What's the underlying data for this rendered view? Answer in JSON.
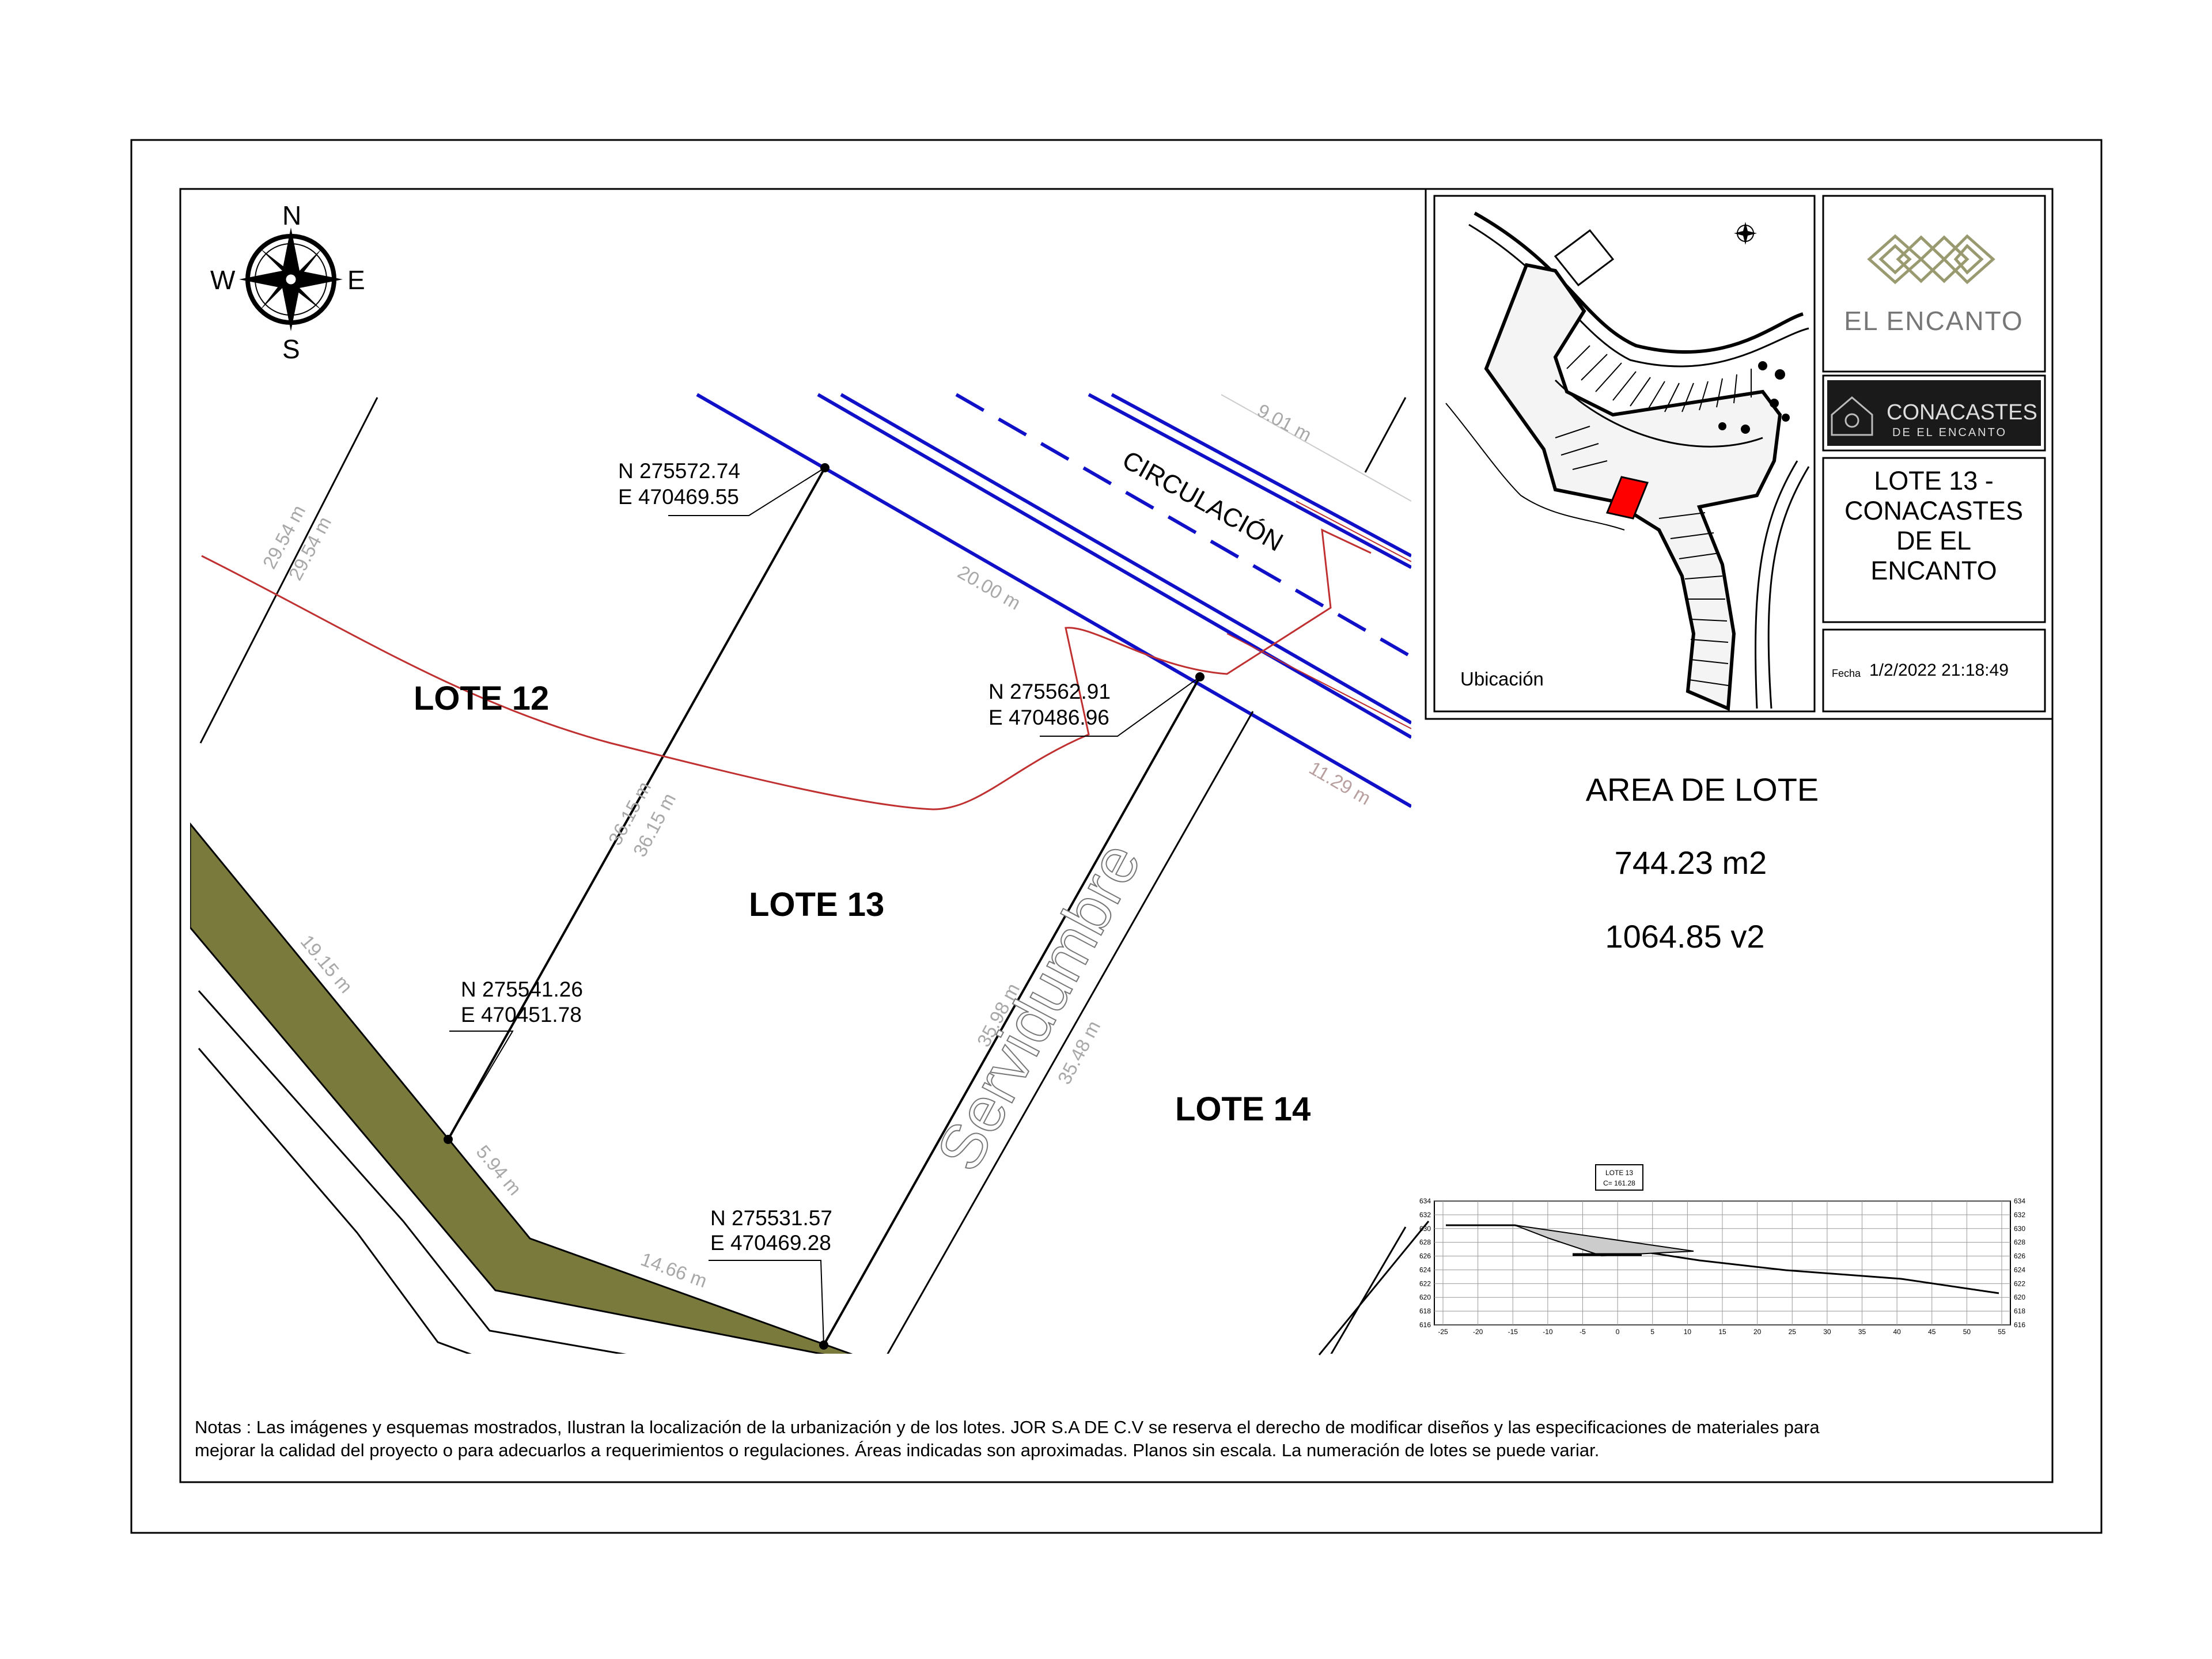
{
  "compass": {
    "north": "N",
    "south": "S",
    "east": "E",
    "west": "W"
  },
  "plan": {
    "lots": {
      "lote12": "LOTE 12",
      "lote13": "LOTE 13",
      "lote14": "LOTE 14"
    },
    "road_label": "CIRCULACIÓN",
    "easement_label": "Servidumbre",
    "coords": {
      "c1_n": "N 275572.74",
      "c1_e": "E 470469.55",
      "c2_n": "N 275562.91",
      "c2_e": "E 470486.96",
      "c3_n": "N 275541.26",
      "c3_e": "E 470451.78",
      "c4_n": "N 275531.57",
      "c4_e": "E 470469.28"
    },
    "dimensions": {
      "d_901": "9.01 m",
      "d_2954a": "29.54 m",
      "d_2954b": "29.54 m",
      "d_2000": "20.00 m",
      "d_1129": "11.29 m",
      "d_3615a": "36.15 m",
      "d_3615b": "36.15 m",
      "d_3598": "35.98 m",
      "d_3548": "35.48 m",
      "d_1915": "19.15 m",
      "d_594": "5.94 m",
      "d_1466": "14.66 m"
    }
  },
  "location_map": {
    "label": "Ubicación"
  },
  "brand": {
    "logo_name": "EL ENCANTO",
    "conacastes_main": "CONACASTES",
    "conacastes_sub": "DE EL ENCANTO"
  },
  "title_block": {
    "lot_title_lines": [
      "LOTE 13 -",
      "CONACASTES",
      "DE EL",
      "ENCANTO"
    ],
    "date_label": "Fecha",
    "date_value": "1/2/2022 21:18:49"
  },
  "area": {
    "title": "AREA DE LOTE",
    "m2": "744.23 m2",
    "v2": "1064.85 v2"
  },
  "profile": {
    "header_line1": "LOTE 13",
    "header_line2": "C= 161.28",
    "y_ticks": [
      "634",
      "632",
      "630",
      "628",
      "626",
      "624",
      "622",
      "620",
      "618",
      "616"
    ],
    "x_ticks": [
      "-25",
      "-20",
      "-15",
      "-10",
      "-5",
      "0",
      "5",
      "10",
      "15",
      "20",
      "25",
      "30",
      "35",
      "40",
      "45",
      "50",
      "55"
    ]
  },
  "notes": {
    "line1": "Notas : Las imágenes y esquemas mostrados, Ilustran la localización de la urbanización y de los lotes. JOR S.A DE C.V se reserva el derecho de modificar diseños y  las especificaciones de materiales para",
    "line2": "mejorar la calidad del proyecto o para adecuarlos a requerimientos o regulaciones. Áreas indicadas son aproximadas. Planos sin escala. La numeración de lotes se puede variar."
  },
  "colors": {
    "road_blue": "#1010c8",
    "terrain_red": "#c03030",
    "slope_olive": "#7a7a3c",
    "lot_highlight": "#ff0000",
    "logo_olive": "#9a9a70",
    "conacastes_bg": "#1a1a1a"
  }
}
